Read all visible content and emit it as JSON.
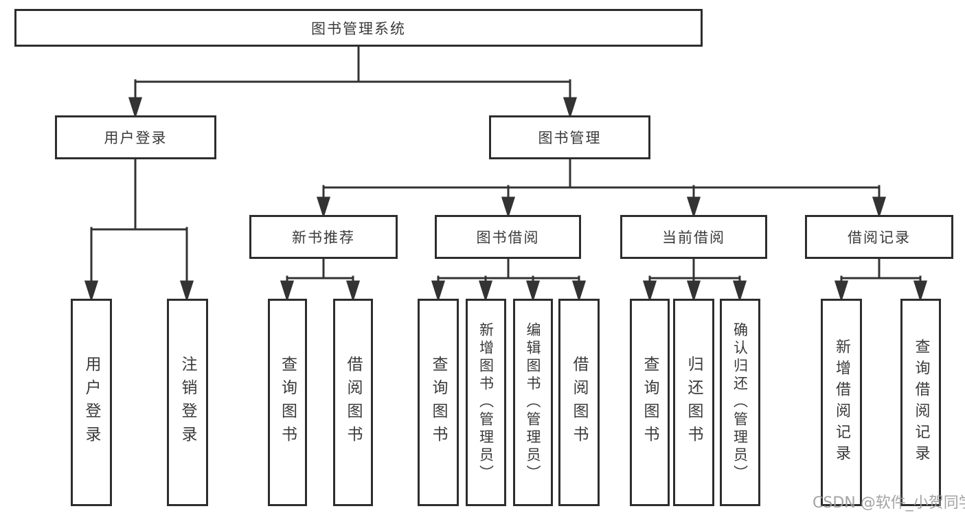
{
  "diagram": {
    "root": {
      "label": "图书管理系统"
    },
    "level2": [
      {
        "label": "用户登录"
      },
      {
        "label": "图书管理"
      }
    ],
    "level3": [
      {
        "label": "新书推荐"
      },
      {
        "label": "图书借阅"
      },
      {
        "label": "当前借阅"
      },
      {
        "label": "借阅记录"
      }
    ],
    "leaves": [
      {
        "label": "用户登录"
      },
      {
        "label": "注销登录"
      },
      {
        "label": "查询图书"
      },
      {
        "label": "借阅图书"
      },
      {
        "label": "查询图书"
      },
      {
        "label": "新增图书（管理员）"
      },
      {
        "label": "编辑图书（管理员）"
      },
      {
        "label": "借阅图书"
      },
      {
        "label": "查询图书"
      },
      {
        "label": "归还图书"
      },
      {
        "label": "确认归还（管理员）"
      },
      {
        "label": "新增借阅记录"
      },
      {
        "label": "查询借阅记录"
      }
    ]
  },
  "watermark": {
    "text": "CSDN @软件_小贺同学"
  },
  "colors": {
    "line": "#333333",
    "border": "#2d2d2d",
    "text": "#3a3a3a",
    "watermark": "#9c9c9c",
    "background": "#ffffff"
  }
}
